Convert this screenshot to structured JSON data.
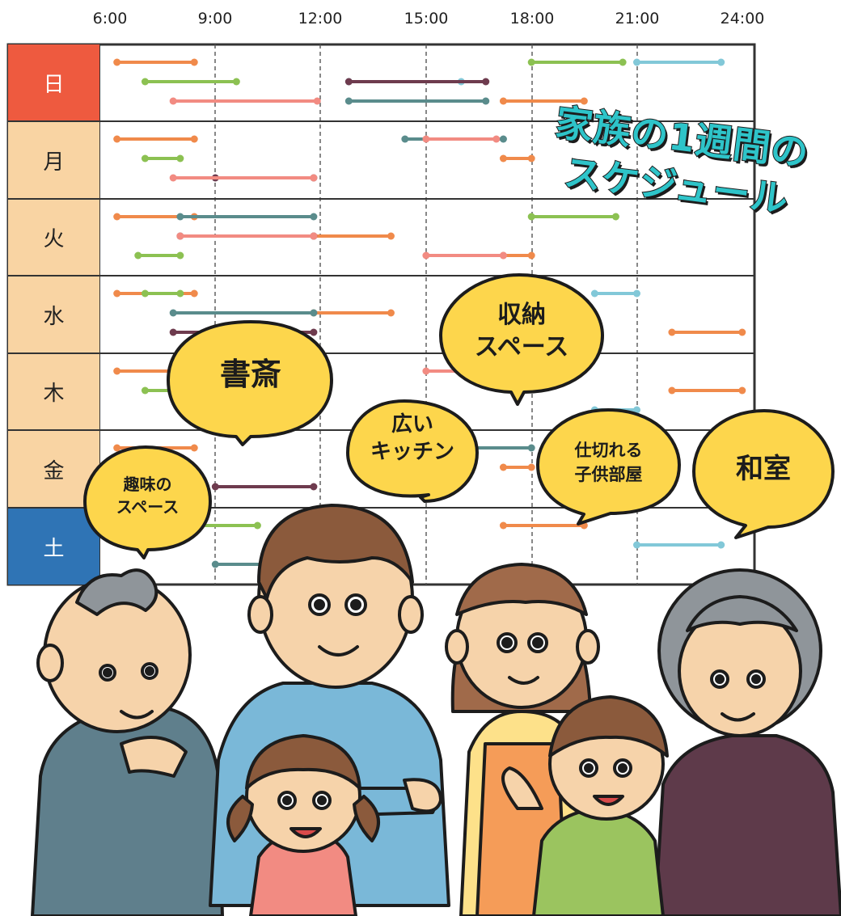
{
  "time_axis": [
    "6:00",
    "9:00",
    "12:00",
    "15:00",
    "18:00",
    "21:00",
    "24:00"
  ],
  "days": [
    "日",
    "月",
    "火",
    "水",
    "木",
    "金",
    "土"
  ],
  "title": {
    "line1": "家族の1週間の",
    "line2": "スケジュール"
  },
  "bubbles": [
    {
      "id": "shosai",
      "lines": [
        "書斎"
      ]
    },
    {
      "id": "kitchen",
      "lines": [
        "広い",
        "キッチン"
      ]
    },
    {
      "id": "shuno",
      "lines": [
        "収納",
        "スペース"
      ]
    },
    {
      "id": "shumi",
      "lines": [
        "趣味の",
        "スペース"
      ]
    },
    {
      "id": "kodomo",
      "lines": [
        "仕切れる",
        "子供部屋"
      ]
    },
    {
      "id": "washitsu",
      "lines": [
        "和室"
      ]
    }
  ],
  "colors": {
    "sunday": "#ee5a3f",
    "saturday": "#2f74b5",
    "weekday": "#f9d4a3",
    "title": "#2ec4c9",
    "bubble": "#fdd64c",
    "grandpa": "#f08a4b",
    "father": "#5a8c8c",
    "mother": "#8cc152",
    "son": "#f28b82",
    "daughter": "#82c8d8",
    "grandma": "#6e3b4e"
  },
  "schedule": [
    [
      {
        "s": 6.2,
        "e": 8.4,
        "c": "grandpa"
      },
      {
        "s": 12.8,
        "e": 16.0,
        "c": "daughter"
      },
      {
        "s": 17.2,
        "e": 19.5,
        "c": "grandpa"
      },
      {
        "s": 21.0,
        "e": 23.4,
        "c": "daughter"
      },
      {
        "s": 7.0,
        "e": 9.6,
        "c": "mother"
      },
      {
        "s": 12.8,
        "e": 16.7,
        "c": "father"
      },
      {
        "s": 18.0,
        "e": 20.6,
        "c": "mother"
      },
      {
        "s": 12.8,
        "e": 16.7,
        "c": "grandma"
      },
      {
        "s": 7.8,
        "e": 11.9,
        "c": "son"
      }
    ],
    [
      {
        "s": 6.2,
        "e": 8.4,
        "c": "grandpa"
      },
      {
        "s": 17.2,
        "e": 18.0,
        "c": "grandpa"
      },
      {
        "s": 9.0,
        "e": 11.8,
        "c": "grandma"
      },
      {
        "s": 14.4,
        "e": 17.2,
        "c": "father"
      },
      {
        "s": 7.0,
        "e": 8.0,
        "c": "mother"
      },
      {
        "s": 7.8,
        "e": 11.8,
        "c": "son"
      },
      {
        "s": 15.0,
        "e": 17.0,
        "c": "son"
      }
    ],
    [
      {
        "s": 6.2,
        "e": 8.4,
        "c": "grandpa"
      },
      {
        "s": 11.8,
        "e": 14.0,
        "c": "grandpa"
      },
      {
        "s": 17.2,
        "e": 18.0,
        "c": "grandpa"
      },
      {
        "s": 8.0,
        "e": 11.8,
        "c": "father"
      },
      {
        "s": 8.0,
        "e": 11.8,
        "c": "grandma"
      },
      {
        "s": 6.8,
        "e": 8.0,
        "c": "mother"
      },
      {
        "s": 18.0,
        "e": 20.4,
        "c": "mother"
      },
      {
        "s": 8.0,
        "e": 11.8,
        "c": "son"
      },
      {
        "s": 15.0,
        "e": 17.2,
        "c": "son"
      }
    ],
    [
      {
        "s": 6.2,
        "e": 8.4,
        "c": "grandpa"
      },
      {
        "s": 11.8,
        "e": 14.0,
        "c": "grandpa"
      },
      {
        "s": 22.0,
        "e": 24.0,
        "c": "grandpa"
      },
      {
        "s": 19.8,
        "e": 21.0,
        "c": "daughter"
      },
      {
        "s": 7.8,
        "e": 11.8,
        "c": "father"
      },
      {
        "s": 7.8,
        "e": 11.8,
        "c": "grandma"
      },
      {
        "s": 7.0,
        "e": 8.0,
        "c": "mother"
      }
    ],
    [
      {
        "s": 6.2,
        "e": 8.0,
        "c": "grandpa"
      },
      {
        "s": 22.0,
        "e": 24.0,
        "c": "grandpa"
      },
      {
        "s": 19.8,
        "e": 21.0,
        "c": "daughter"
      },
      {
        "s": 15.0,
        "e": 16.0,
        "c": "son"
      },
      {
        "s": 7.0,
        "e": 8.0,
        "c": "mother"
      }
    ],
    [
      {
        "s": 6.2,
        "e": 8.4,
        "c": "grandpa"
      },
      {
        "s": 17.2,
        "e": 18.0,
        "c": "grandpa"
      },
      {
        "s": 9.0,
        "e": 11.8,
        "c": "grandma"
      },
      {
        "s": 15.4,
        "e": 18.0,
        "c": "father"
      }
    ],
    [
      {
        "s": 17.2,
        "e": 19.5,
        "c": "grandpa"
      },
      {
        "s": 21.0,
        "e": 23.4,
        "c": "daughter"
      },
      {
        "s": 9.0,
        "e": 10.5,
        "c": "father"
      },
      {
        "s": 7.4,
        "e": 10.2,
        "c": "mother"
      }
    ]
  ]
}
